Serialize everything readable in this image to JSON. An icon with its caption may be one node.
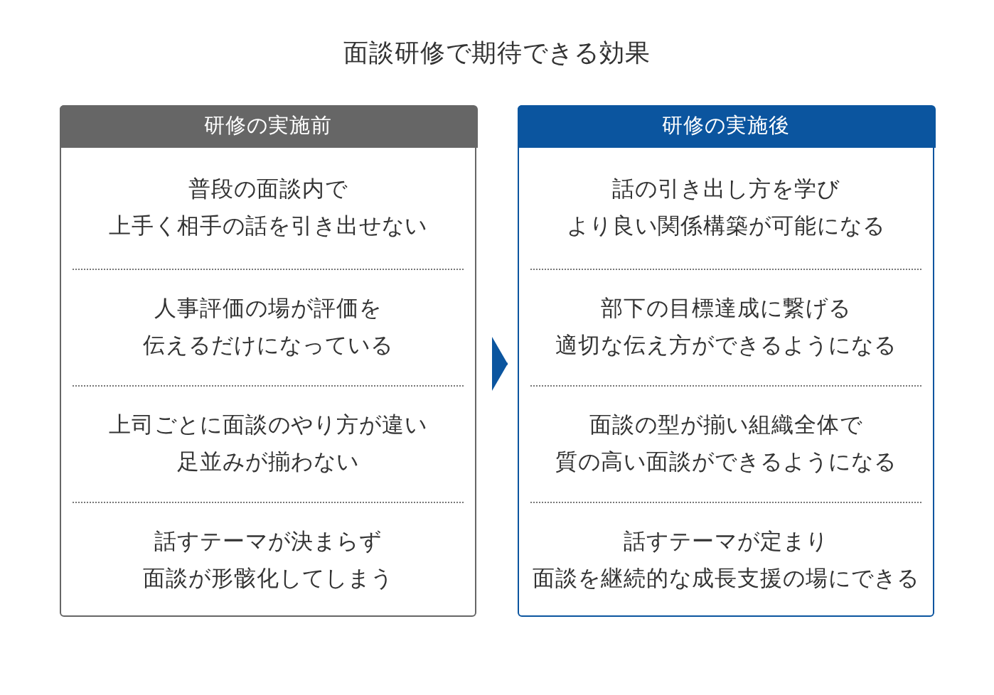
{
  "diagram": {
    "title": "面談研修で期待できる効果",
    "nodes": [
      {
        "text": [
          "研修の実施前"
        ]
      },
      {
        "text": [
          "普段の面談内で上手く相手の話を引き出せない"
        ],
        "in": 0
      },
      {
        "text": [
          "人事評価の場が評価を伝えるだけになっている"
        ],
        "in": 0
      },
      {
        "text": [
          "上司ごとに面談のやり方が違い足並みが揃わない"
        ],
        "in": 0
      },
      {
        "text": [
          "話すテーマが決まらず面談が形骸化してしまう"
        ],
        "in": 0
      },
      {
        "text": [
          "研修の実施後"
        ]
      },
      {
        "text": [
          "話の引き出し方を学びより良い関係構築が可能になる"
        ],
        "in": 5
      },
      {
        "text": [
          "部下の目標達成に繋げる適切な伝え方ができるようになる"
        ],
        "in": 5
      },
      {
        "text": [
          "面談の型が揃い組織全体で質の高い面談ができるようになる"
        ],
        "in": 5
      },
      {
        "text": [
          "話すテーマが定まり面談を継続的な成長支援の場にできる"
        ],
        "in": 5
      }
    ],
    "edges": [
      {
        "from": 0,
        "to": 5,
        "arrow": "to"
      }
    ]
  }
}
